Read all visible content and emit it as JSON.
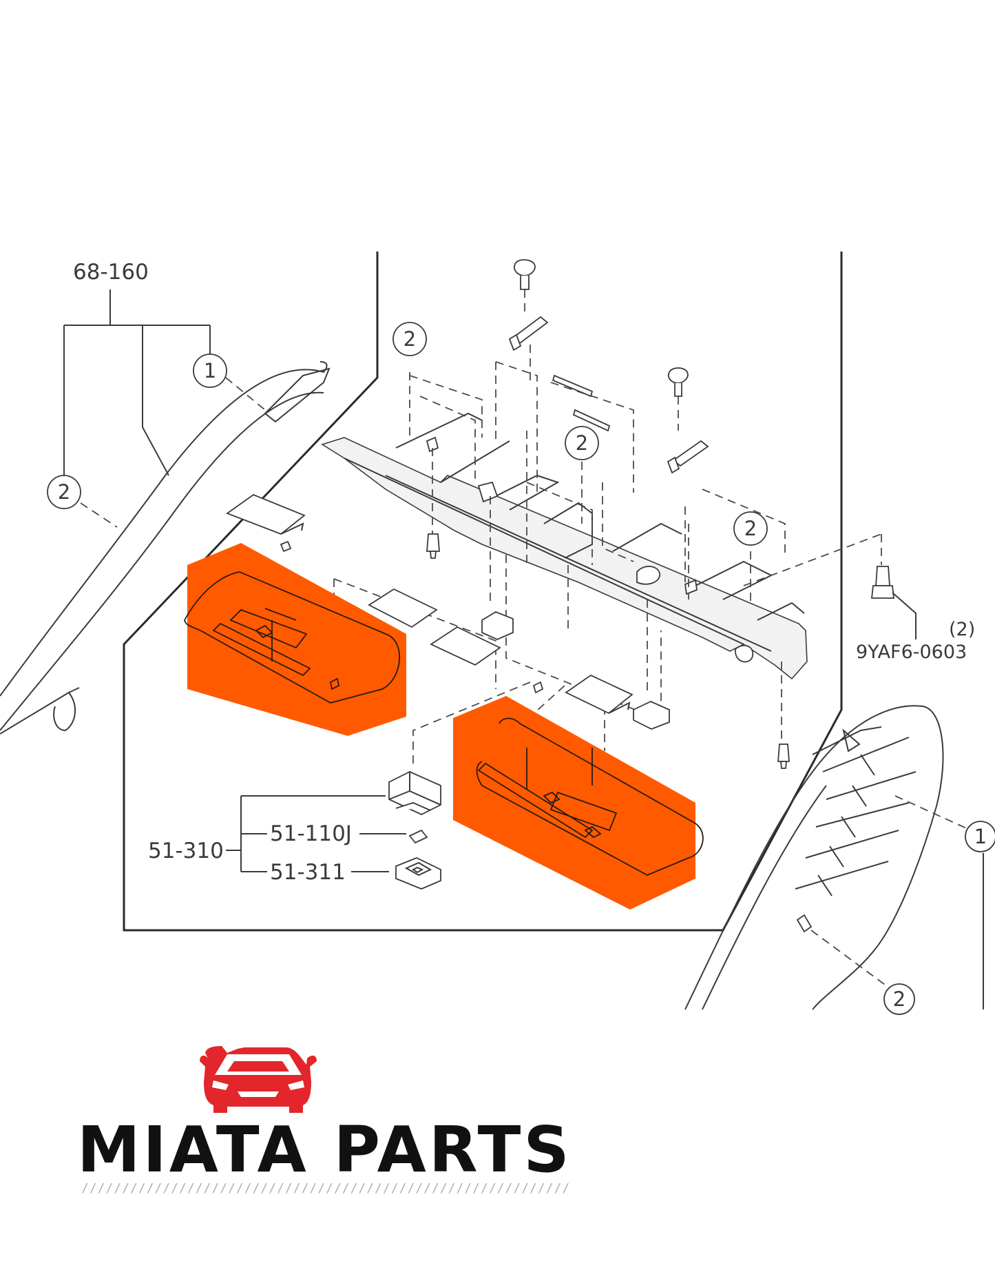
{
  "colors": {
    "highlight": "#ff5a00",
    "line": "#3a3a3a",
    "brand_red": "#e3262c",
    "brand_text": "#111111"
  },
  "labels": {
    "part_68_160": "68-160",
    "part_9yaf6_0603": "9YAF6-0603",
    "qty_2": "(2)",
    "part_51_310": "51-310",
    "part_51_110j": "51-110J",
    "part_51_311": "51-311"
  },
  "callouts": {
    "one": "1",
    "two": "2"
  },
  "brand": {
    "name": "MIATA PARTS",
    "logo_icon": "car-front-icon"
  }
}
